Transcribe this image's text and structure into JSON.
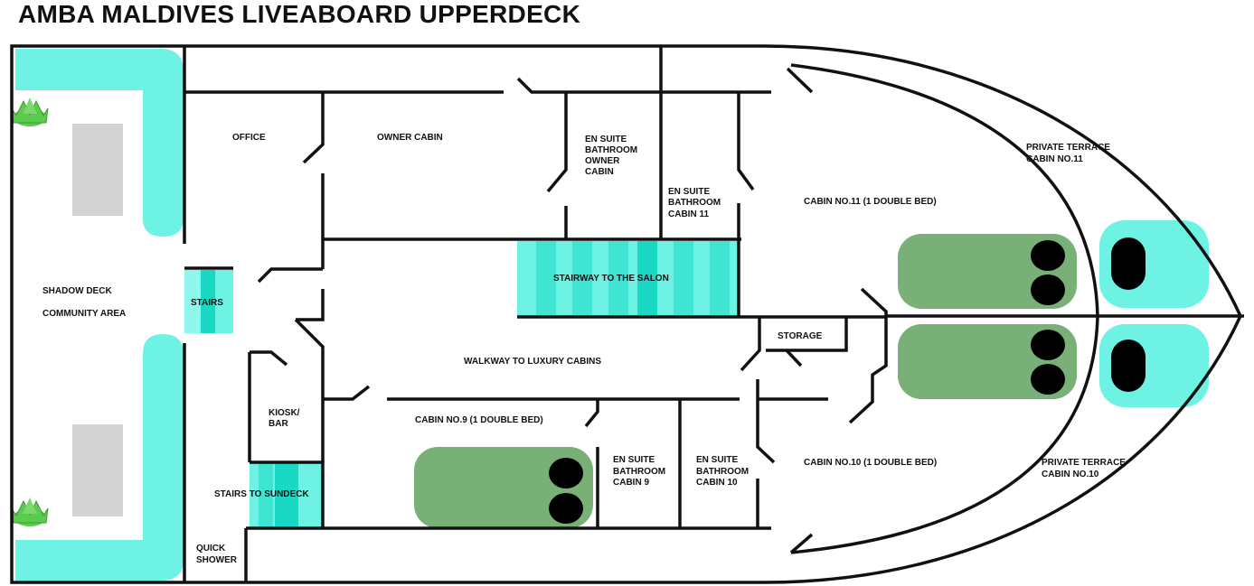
{
  "title": "AMBA MALDIVES LIVEABOARD UPPERDECK",
  "colors": {
    "aqua": "#6ef2e4",
    "aqua_dark": "#19d8c4",
    "bed_green": "#78b078",
    "table_gray": "#d3d3d3",
    "plant_green": "#5cc94f",
    "wall": "#111111"
  },
  "labels": {
    "office": "OFFICE",
    "owner_cabin": "OWNER CABIN",
    "ensuite_owner": [
      "EN SUITE",
      "BATHROOM",
      "OWNER",
      "CABIN"
    ],
    "ensuite_11": [
      "EN SUITE",
      "BATHROOM",
      "CABIN 11"
    ],
    "cabin11": "CABIN NO.11 (1 DOUBLE BED)",
    "terrace11": [
      "PRIVATE TERRACE",
      "CABIN NO.11"
    ],
    "shadow_deck": "SHADOW DECK",
    "community_area": "COMMUNITY AREA",
    "stairs": "STAIRS",
    "stairway_salon": "STAIRWAY TO THE SALON",
    "storage": "STORAGE",
    "walkway": "WALKWAY TO LUXURY CABINS",
    "kiosk": [
      "KIOSK/",
      "BAR"
    ],
    "cabin9": "CABIN NO.9 (1 DOUBLE BED)",
    "ensuite_9": [
      "EN SUITE",
      "BATHROOM",
      "CABIN 9"
    ],
    "ensuite_10": [
      "EN SUITE",
      "BATHROOM",
      "CABIN 10"
    ],
    "cabin10": "CABIN NO.10 (1 DOUBLE BED)",
    "terrace10": [
      "PRIVATE TERRACE",
      "CABIN NO.10"
    ],
    "stairs_sundeck": "STAIRS TO SUNDECK",
    "quick_shower": [
      "QUICK",
      "SHOWER"
    ]
  }
}
